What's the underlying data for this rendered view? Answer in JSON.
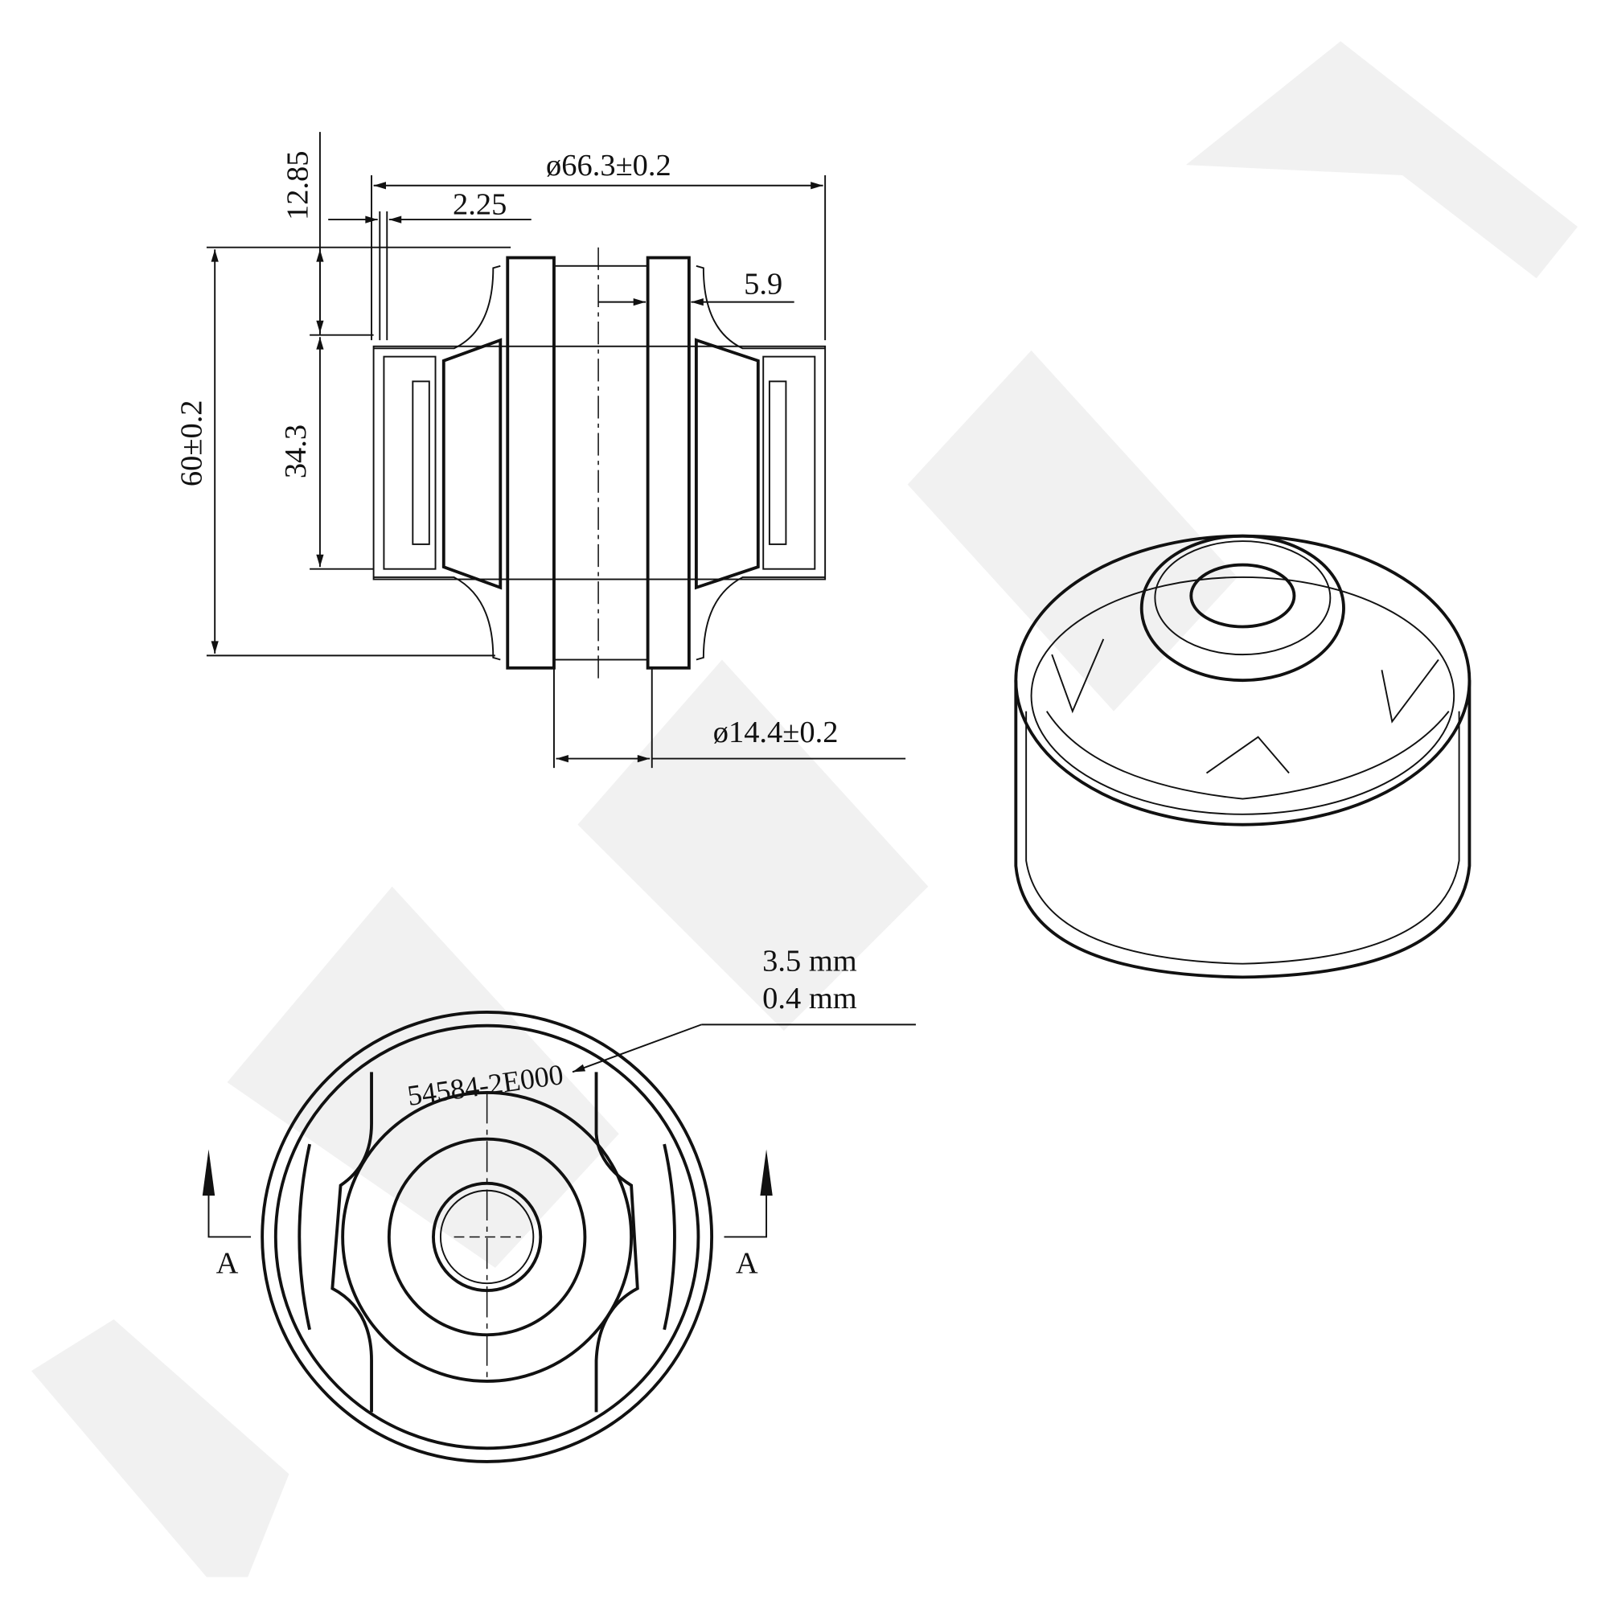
{
  "watermark": {
    "text": "YENNEK",
    "color": "#f0f0f0"
  },
  "section_view": {
    "dim_outer_diameter": "ø66.3±0.2",
    "dim_total_length": "60±0.2",
    "dim_outer_length": "34.3",
    "dim_offset": "12.85",
    "dim_wall": "2.25",
    "dim_inner_wall": "5.9",
    "dim_bore": "ø14.4±0.2"
  },
  "end_view": {
    "part_number": "54584-2E000",
    "text_height": "3.5 mm",
    "text_depth": "0.4 mm",
    "section_label_left": "A",
    "section_label_right": "A"
  },
  "line_color": "#111111"
}
